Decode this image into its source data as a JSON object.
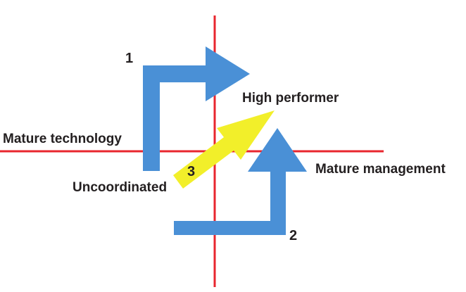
{
  "diagram": {
    "labels": {
      "high_performer": "High performer",
      "mature_technology": "Mature technology",
      "mature_management": "Mature management",
      "uncoordinated": "Uncoordinated"
    },
    "path_numbers": {
      "one": "1",
      "two": "2",
      "three": "3"
    },
    "colors": {
      "axes": "#e8262e",
      "path_blue": "#4a90d6",
      "path_yellow": "#f2ef2a",
      "text": "#231f20"
    }
  }
}
